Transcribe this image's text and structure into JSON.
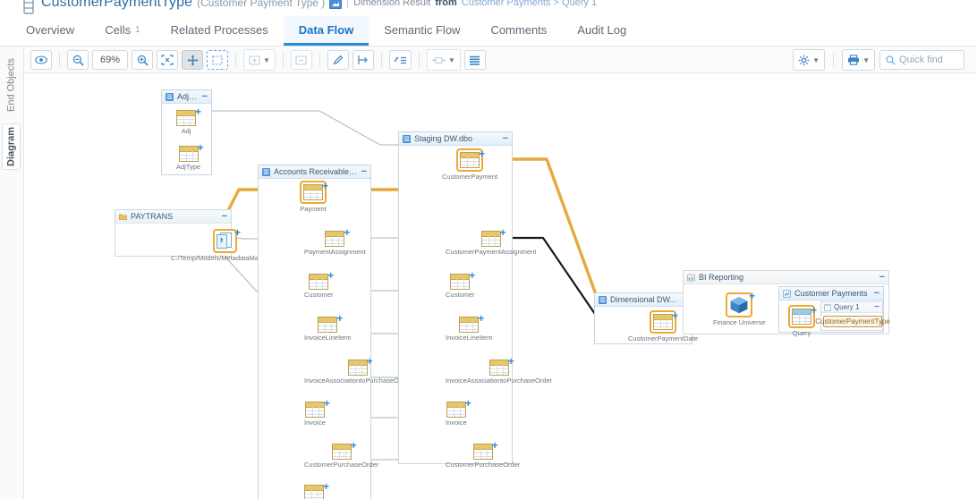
{
  "titlebar": {
    "doc_icon": "document-icon",
    "title": "CustomerPaymentType",
    "subtitle": "(Customer Payment Type )",
    "badge_icon": "dimension-icon",
    "divider": "|",
    "kind": "Dimension Result",
    "from_label": "from",
    "breadcrumb": "Customer Payments > Query 1"
  },
  "tabs": [
    {
      "label": "Overview",
      "sup": "",
      "active": false
    },
    {
      "label": "Cells",
      "sup": "1",
      "active": false
    },
    {
      "label": "Related Processes",
      "sup": "",
      "active": false
    },
    {
      "label": "Data Flow",
      "sup": "",
      "active": true
    },
    {
      "label": "Semantic Flow",
      "sup": "",
      "active": false
    },
    {
      "label": "Comments",
      "sup": "",
      "active": false
    },
    {
      "label": "Audit Log",
      "sup": "",
      "active": false
    }
  ],
  "toolbar": {
    "zoom_level": "69%",
    "buttons": [
      {
        "name": "visibility-eye-icon",
        "state": "normal"
      },
      {
        "name": "zoom-out-icon",
        "state": "normal"
      },
      {
        "name": "zoom-level-label",
        "state": "label"
      },
      {
        "name": "zoom-in-icon",
        "state": "normal"
      },
      {
        "name": "fit-to-screen-icon",
        "state": "normal"
      },
      {
        "name": "pan-tool-icon",
        "state": "pressed"
      },
      {
        "name": "marquee-select-icon",
        "state": "dashed"
      },
      {
        "name": "expand-all-icon",
        "state": "disabled"
      },
      {
        "name": "collapse-all-icon",
        "state": "disabled"
      },
      {
        "name": "highlighter-icon",
        "state": "normal"
      },
      {
        "name": "route-lines-icon",
        "state": "normal"
      },
      {
        "name": "legend-icon",
        "state": "normal"
      },
      {
        "name": "layout-spacing-icon",
        "state": "disabled"
      },
      {
        "name": "list-view-icon",
        "state": "normal"
      }
    ],
    "settings_icon": "gear-icon",
    "print_icon": "printer-icon",
    "quick_find_placeholder": "Quick find",
    "search_icon": "search-icon"
  },
  "sidetabs": [
    {
      "label": "End Objects",
      "selected": false
    },
    {
      "label": "Diagram",
      "selected": true
    }
  ],
  "diagram": {
    "groups": [
      {
        "name": "adjustments-group",
        "title": "Adju...",
        "icon": "database-icon",
        "nodes": [
          {
            "label": "Adj",
            "type": "table",
            "selected": false
          },
          {
            "label": "AdjType",
            "type": "table",
            "selected": false
          }
        ]
      },
      {
        "name": "paytrans-group",
        "title": "PAYTRANS",
        "icon": "folder-icon",
        "nodes": [
          {
            "label": "C:/Temp/Models/MetadataManage...",
            "type": "file",
            "selected": true
          }
        ]
      },
      {
        "name": "accounts-receivable-group",
        "title": "Accounts Receivable.dbo",
        "icon": "database-icon",
        "nodes": [
          {
            "label": "Payment",
            "type": "table",
            "selected": true
          },
          {
            "label": "PaymentAssignment",
            "type": "table",
            "selected": false
          },
          {
            "label": "Customer",
            "type": "table",
            "selected": false
          },
          {
            "label": "InvoiceLineItem",
            "type": "table",
            "selected": false
          },
          {
            "label": "InvoiceAssociationtoPurchaseOrder",
            "type": "table",
            "selected": false
          },
          {
            "label": "Invoice",
            "type": "table",
            "selected": false
          },
          {
            "label": "CustomerPurchaseOrder",
            "type": "table",
            "selected": false
          },
          {
            "label": "",
            "type": "table",
            "selected": false
          }
        ]
      },
      {
        "name": "staging-dw-group",
        "title": "Staging DW.dbo",
        "icon": "database-icon",
        "nodes": [
          {
            "label": "CustomerPayment",
            "type": "table",
            "selected": true
          },
          {
            "label": "CustomerPaymentAssignment",
            "type": "table",
            "selected": false
          },
          {
            "label": "Customer",
            "type": "table",
            "selected": false
          },
          {
            "label": "InvoiceLineItem",
            "type": "table",
            "selected": false
          },
          {
            "label": "InvoiceAssociationtoPurchaseOrder",
            "type": "table",
            "selected": false
          },
          {
            "label": "Invoice",
            "type": "table",
            "selected": false
          },
          {
            "label": "CustomerPurchaseOrder",
            "type": "table",
            "selected": false
          }
        ]
      },
      {
        "name": "dimensional-dw-group",
        "title": "Dimensional DW...",
        "icon": "database-icon",
        "nodes": [
          {
            "label": "CustomerPaymentDate",
            "type": "table",
            "selected": true
          }
        ]
      },
      {
        "name": "bi-reporting-group",
        "title": "BI Reporting",
        "icon": "report-icon",
        "nodes": [
          {
            "label": "Finance Universe",
            "type": "cube",
            "selected": true
          }
        ]
      },
      {
        "name": "customer-payments-group",
        "title": "Customer Payments",
        "icon": "report-doc-icon",
        "nodes": [
          {
            "label": "Query",
            "type": "table",
            "selected": true
          }
        ]
      }
    ],
    "query_box": {
      "title": "Query 1",
      "icon": "query-icon",
      "chip": "CustomerPaymentType"
    }
  }
}
